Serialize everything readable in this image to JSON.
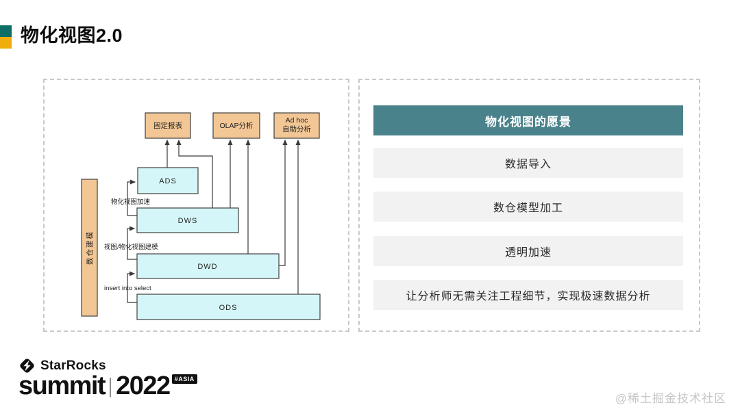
{
  "title": {
    "text": "物化视图2.0"
  },
  "colors": {
    "bullet_top": "#0c6e66",
    "bullet_bottom": "#efae0e",
    "panel_border": "#c9c9c9",
    "orange_fill": "#f3c795",
    "cyan_fill": "#d5f6f8",
    "box_border": "#3f3f3f",
    "arrow": "#3a3a3a",
    "header_bg": "#4a828b",
    "item_bg": "#f2f2f2"
  },
  "diagram": {
    "top_boxes": [
      {
        "lines": [
          "固定报表"
        ]
      },
      {
        "lines": [
          "OLAP分析"
        ]
      },
      {
        "lines": [
          "Ad hoc",
          "自助分析"
        ]
      }
    ],
    "layers": [
      {
        "label": "ADS"
      },
      {
        "label": "DWS"
      },
      {
        "label": "DWD"
      },
      {
        "label": "ODS"
      }
    ],
    "side_label": "数仓建模",
    "edge_labels": {
      "dws_to_ads": "物化视图加速",
      "dwd_to_dws": "视图/物化视图建模",
      "ods_to_dwd": "insert into select"
    }
  },
  "vision": {
    "header": "物化视图的愿景",
    "items": [
      "数据导入",
      "数仓模型加工",
      "透明加速",
      "让分析师无需关注工程细节，实现极速数据分析"
    ]
  },
  "footer": {
    "brand": "StarRocks",
    "word": "summit",
    "year": "2022",
    "tag": "#ASIA"
  },
  "watermark": "@稀土掘金技术社区"
}
